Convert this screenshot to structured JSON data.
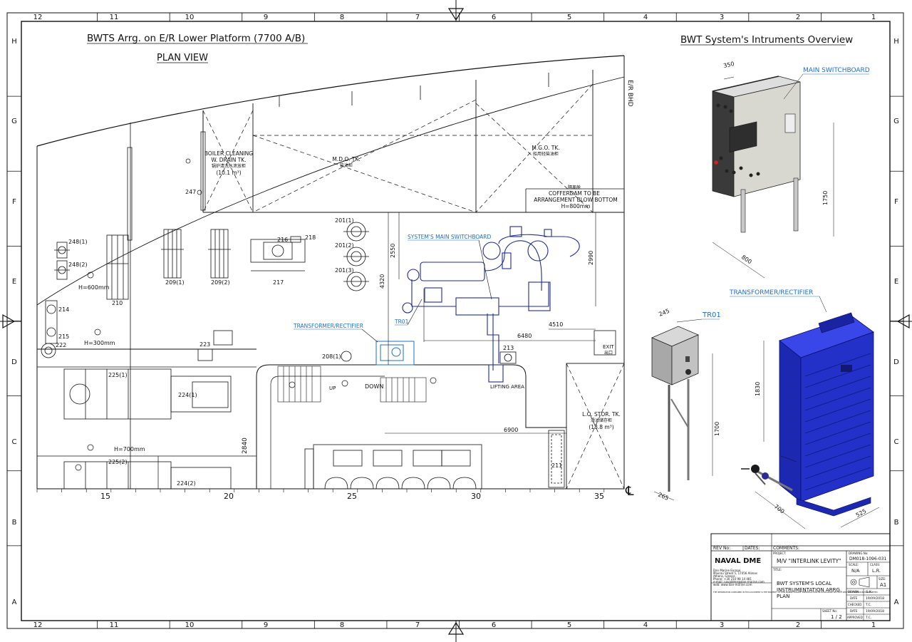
{
  "border": {
    "columns": [
      "12",
      "11",
      "10",
      "9",
      "8",
      "7",
      "6",
      "5",
      "4",
      "3",
      "2",
      "1"
    ],
    "rows": [
      "H",
      "G",
      "F",
      "E",
      "D",
      "C",
      "B",
      "A"
    ]
  },
  "plan": {
    "title": "BWTS Arrg. on E/R Lower Platform (7700 A/B)",
    "subtitle": "PLAN VIEW",
    "bulkhead": "E/R BHD",
    "centerline": "℄",
    "frames": [
      "15",
      "20",
      "25",
      "30",
      "35"
    ],
    "tanks": {
      "boiler": [
        "BOILER CLEANING",
        "W. DRAIN TK.",
        "锅炉清洗水泄放柜",
        "(10.1 m³)"
      ],
      "mdo": [
        "M.D.O. TK.",
        "柴油柜"
      ],
      "mgo": [
        "M.G.O. TK.",
        "船用轻柴油柜"
      ],
      "cofferdam": [
        "隔离舱",
        "COFFERDAM TO BE",
        "ARRANGEMENT BLOW BOTTOM",
        "H=800mm"
      ],
      "lo": [
        "L.O. STOR. TK.",
        "滑油储存柜",
        "(18.8 m³)"
      ]
    },
    "equipment": {
      "e248_1": "248(1)",
      "e248_2": "248(2)",
      "e210": "210",
      "e209_1": "209(1)",
      "e209_2": "209(2)",
      "e216": "216",
      "e217": "217",
      "e218": "218",
      "e201_1": "201(1)",
      "e201_2": "201(2)",
      "e201_3": "201(3)",
      "e247": "247",
      "e214": "214",
      "e215": "215",
      "e222": "222",
      "e223": "223",
      "e208_1": "208(1)",
      "e213": "213",
      "e211": "211",
      "e225_1": "225(1)",
      "e224_1": "224(1)",
      "e225_2": "225(2)",
      "e224_2": "224(2)"
    },
    "heights": {
      "h600": "H=600mm",
      "h300": "H=300mm",
      "h700": "H=700mm"
    },
    "dimensions": {
      "d2550": "2550",
      "d4320": "4320",
      "d2990": "2990",
      "d4510": "4510",
      "d6480": "6480",
      "d6900": "6900",
      "d2840": "2840"
    },
    "blue_labels": {
      "switchboard": "SYSTEM'S MAIN SWITCHBOARD",
      "transformer": "TRANSFORMER/RECTIFIER",
      "tr01": "TR01"
    },
    "other": {
      "down": "DOWN",
      "up": "UP",
      "lifting": "LIFTING AREA",
      "exit": "EXIT",
      "exit_cn": "出口"
    }
  },
  "overview": {
    "title": "BWT System's Intruments Overview",
    "main_switchboard": {
      "label": "MAIN SWITCHBOARD",
      "width": "350",
      "depth": "800",
      "height": "1750"
    },
    "tr01": {
      "label": "TR01",
      "width": "245",
      "depth": "265",
      "height": "1700"
    },
    "transformer": {
      "label": "TRANSFORMER/RECTIFIER",
      "height": "1830",
      "width": "700",
      "depth": "525"
    }
  },
  "title_block": {
    "rev_label": "REV No:",
    "dates_label": "DATES:",
    "comments_label": "COMMENTS:",
    "company_logo": "NAVAL DME",
    "company_lines": [
      "Dan Marine Europe",
      "Mavrou Street 5, 17456 Alimos",
      "Athens, Greece",
      "Phone: +30 210 98 14 481",
      "e-mail: navaldme@dan-marine.com",
      "web: www.dan-marine.com"
    ],
    "disclaimer": "THE INFORMATION CONTAINED IN THIS DOCUMENT IS THE PROPERTY OF DAN MARINE EUROPE. REPRODUCTION OR DISCLOSURE WITHOUT WRITTEN PERMISSION IS PROHIBITED.",
    "project_label": "PROJECT:",
    "project": "M/V \"INTERLINK LEVITY\"",
    "title_label": "TITLE:",
    "title_lines": [
      "BWT SYSTEM'S LOCAL",
      "INSTRUMENTATION ARRG.",
      "PLAN"
    ],
    "drawing_no_label": "DRAWING No:",
    "drawing_no": "DM018-1096-031",
    "scale_label": "SCALE:",
    "scale": "N/A",
    "class_label": "CLASS:",
    "class": "L.R.",
    "size_label": "SIZE:",
    "size": "A1",
    "sheet_label": "SHEET No:",
    "sheet": "1 / 2",
    "drawn_label": "DRAWN",
    "drawn": "G.K.",
    "checked_label": "CHECKED",
    "checked": "T.C.",
    "approved_label": "APPROVED",
    "approved": "T.C.",
    "date_label": "DATE",
    "drawn_date": "19/09/2018",
    "checked_date": "19/09/2018",
    "approved_date": "19/09/2018"
  }
}
